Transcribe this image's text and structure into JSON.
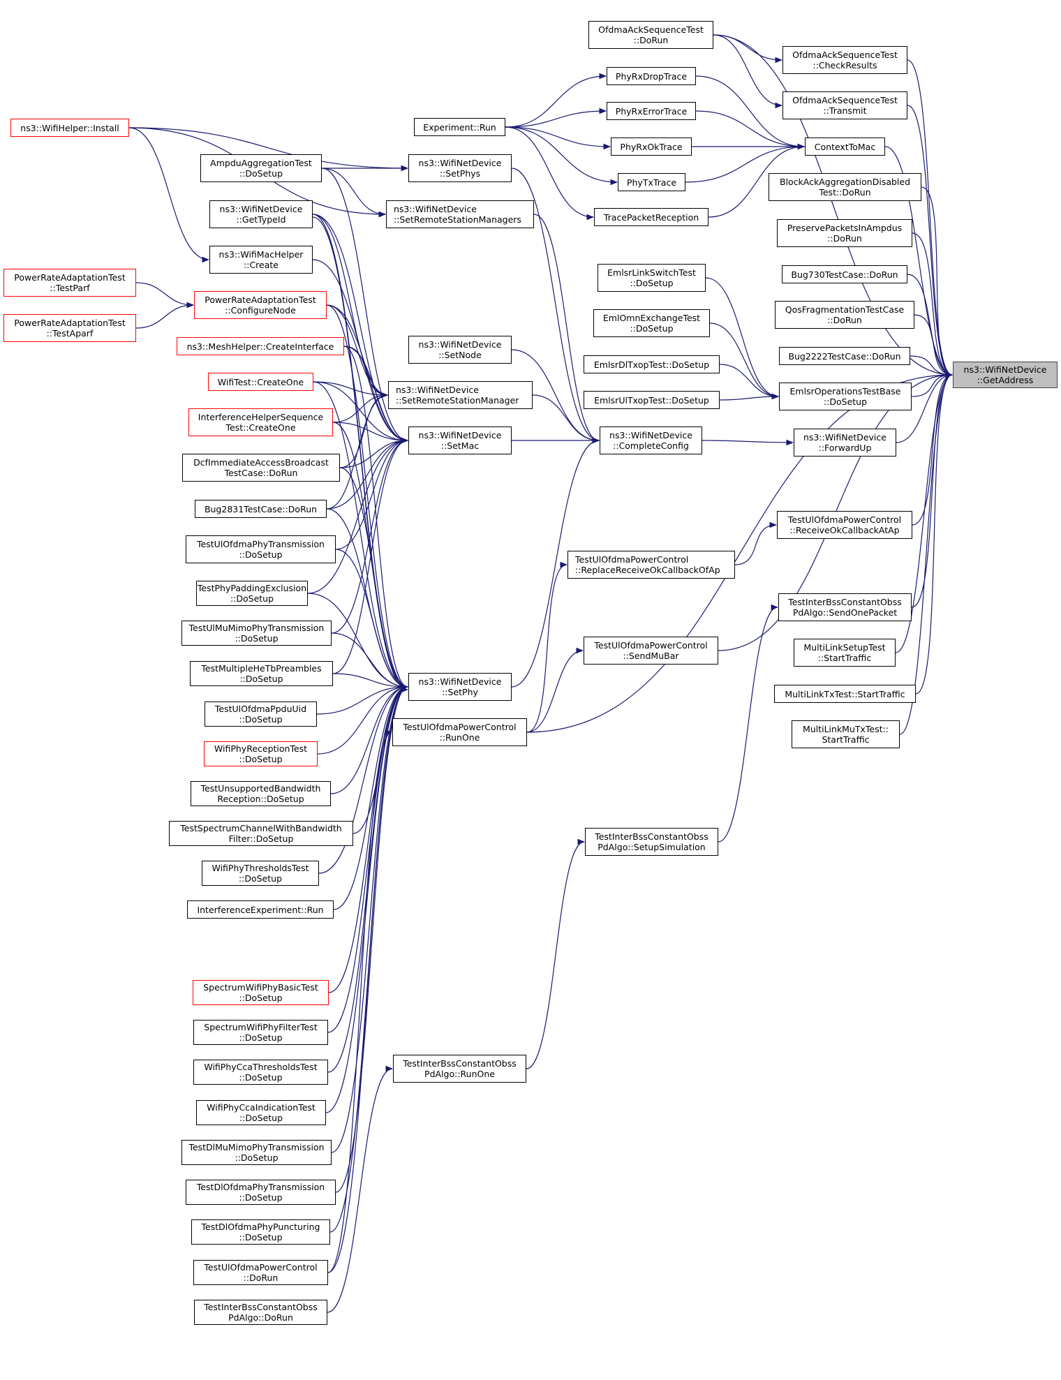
{
  "graph": {
    "title": "ns3::WifiNetDevice::GetAddress caller graph",
    "edge_color": "#191970",
    "focus_fill": "#bfbfbf",
    "truncated_border": "#ff0000",
    "nodes": [
      {
        "id": "getaddress",
        "lines": [
          "ns3::WifiNetDevice",
          "::GetAddress"
        ],
        "style": "focus"
      },
      {
        "id": "wifihelper_install",
        "lines": [
          "ns3::WifiHelper::Install"
        ],
        "style": "red"
      },
      {
        "id": "ampdu_dosetup",
        "lines": [
          "AmpduAggregationTest",
          "::DoSetup"
        ],
        "style": "normal"
      },
      {
        "id": "gettypeid",
        "lines": [
          "ns3::WifiNetDevice",
          "::GetTypeId"
        ],
        "style": "normal"
      },
      {
        "id": "wifimachelper_create",
        "lines": [
          "ns3::WifiMacHelper",
          "::Create"
        ],
        "style": "normal"
      },
      {
        "id": "pra_testparf",
        "lines": [
          "PowerRateAdaptationTest",
          "::TestParf"
        ],
        "style": "red"
      },
      {
        "id": "pra_testaparf",
        "lines": [
          "PowerRateAdaptationTest",
          "::TestAparf"
        ],
        "style": "red"
      },
      {
        "id": "pra_configurenode",
        "lines": [
          "PowerRateAdaptationTest",
          "::ConfigureNode"
        ],
        "style": "red"
      },
      {
        "id": "meshhelper_createinterface",
        "lines": [
          "ns3::MeshHelper::CreateInterface"
        ],
        "style": "red"
      },
      {
        "id": "wifitest_createone",
        "lines": [
          "WifiTest::CreateOne"
        ],
        "style": "red"
      },
      {
        "id": "ihst_createone",
        "lines": [
          "InterferenceHelperSequence",
          "Test::CreateOne"
        ],
        "style": "red"
      },
      {
        "id": "dcf_dorun",
        "lines": [
          "DcfImmediateAccessBroadcast",
          "TestCase::DoRun"
        ],
        "style": "normal"
      },
      {
        "id": "bug2831_dorun",
        "lines": [
          "Bug2831TestCase::DoRun"
        ],
        "style": "normal"
      },
      {
        "id": "tulofdmaphytx",
        "lines": [
          "TestUlOfdmaPhyTransmission",
          "::DoSetup"
        ],
        "style": "normal"
      },
      {
        "id": "tphypadding",
        "lines": [
          "TestPhyPaddingExclusion",
          "::DoSetup"
        ],
        "style": "normal"
      },
      {
        "id": "tulmumimo",
        "lines": [
          "TestUlMuMimoPhyTransmission",
          "::DoSetup"
        ],
        "style": "normal"
      },
      {
        "id": "tmultihetb",
        "lines": [
          "TestMultipleHeTbPreambles",
          "::DoSetup"
        ],
        "style": "normal"
      },
      {
        "id": "tulofdmappduuid",
        "lines": [
          "TestUlOfdmaPpduUid",
          "::DoSetup"
        ],
        "style": "normal"
      },
      {
        "id": "wifiphyreception",
        "lines": [
          "WifiPhyReceptionTest",
          "::DoSetup"
        ],
        "style": "red"
      },
      {
        "id": "tunsupportedbw",
        "lines": [
          "TestUnsupportedBandwidth",
          "Reception::DoSetup"
        ],
        "style": "normal"
      },
      {
        "id": "tspectrumchbw",
        "lines": [
          "TestSpectrumChannelWithBandwidth",
          "Filter::DoSetup"
        ],
        "style": "normal"
      },
      {
        "id": "wifiphythresholds",
        "lines": [
          "WifiPhyThresholdsTest",
          "::DoSetup"
        ],
        "style": "normal"
      },
      {
        "id": "interferenceexp_run",
        "lines": [
          "InterferenceExperiment::Run"
        ],
        "style": "normal"
      },
      {
        "id": "spectrumbasic",
        "lines": [
          "SpectrumWifiPhyBasicTest",
          "::DoSetup"
        ],
        "style": "red"
      },
      {
        "id": "spectrumfilter",
        "lines": [
          "SpectrumWifiPhyFilterTest",
          "::DoSetup"
        ],
        "style": "normal"
      },
      {
        "id": "ccathresholds",
        "lines": [
          "WifiPhyCcaThresholdsTest",
          "::DoSetup"
        ],
        "style": "normal"
      },
      {
        "id": "ccaindication",
        "lines": [
          "WifiPhyCcaIndicationTest",
          "::DoSetup"
        ],
        "style": "normal"
      },
      {
        "id": "tdlmumimo",
        "lines": [
          "TestDlMuMimoPhyTransmission",
          "::DoSetup"
        ],
        "style": "normal"
      },
      {
        "id": "tdlofdmaphytx",
        "lines": [
          "TestDlOfdmaPhyTransmission",
          "::DoSetup"
        ],
        "style": "normal"
      },
      {
        "id": "tdlofdmapunct",
        "lines": [
          "TestDlOfdmaPhyPuncturing",
          "::DoSetup"
        ],
        "style": "normal"
      },
      {
        "id": "tulpc_dorun",
        "lines": [
          "TestUlOfdmaPowerControl",
          "::DoRun"
        ],
        "style": "normal"
      },
      {
        "id": "tibss_dorun",
        "lines": [
          "TestInterBssConstantObss",
          "PdAlgo::DoRun"
        ],
        "style": "normal"
      },
      {
        "id": "experiment_run",
        "lines": [
          "Experiment::Run"
        ],
        "style": "normal"
      },
      {
        "id": "setphys",
        "lines": [
          "ns3::WifiNetDevice",
          "::SetPhys"
        ],
        "style": "normal"
      },
      {
        "id": "setrsms",
        "lines": [
          "ns3::WifiNetDevice",
          "::SetRemoteStationManagers"
        ],
        "style": "normal",
        "align": "left"
      },
      {
        "id": "setnode",
        "lines": [
          "ns3::WifiNetDevice",
          "::SetNode"
        ],
        "style": "normal"
      },
      {
        "id": "setrsm",
        "lines": [
          "ns3::WifiNetDevice",
          "::SetRemoteStationManager"
        ],
        "style": "normal",
        "align": "left"
      },
      {
        "id": "setmac",
        "lines": [
          "ns3::WifiNetDevice",
          "::SetMac"
        ],
        "style": "normal"
      },
      {
        "id": "setphy",
        "lines": [
          "ns3::WifiNetDevice",
          "::SetPhy"
        ],
        "style": "normal"
      },
      {
        "id": "tulpc_runone",
        "lines": [
          "TestUlOfdmaPowerControl",
          "::RunOne"
        ],
        "style": "normal"
      },
      {
        "id": "tibss_runone",
        "lines": [
          "TestInterBssConstantObss",
          "PdAlgo::RunOne"
        ],
        "style": "normal"
      },
      {
        "id": "ofdmaack_dorun",
        "lines": [
          "OfdmaAckSequenceTest",
          "::DoRun"
        ],
        "style": "normal"
      },
      {
        "id": "phyrxdrop",
        "lines": [
          "PhyRxDropTrace"
        ],
        "style": "normal"
      },
      {
        "id": "phyrxerror",
        "lines": [
          "PhyRxErrorTrace"
        ],
        "style": "normal"
      },
      {
        "id": "phyrxok",
        "lines": [
          "PhyRxOkTrace"
        ],
        "style": "normal"
      },
      {
        "id": "phytx",
        "lines": [
          "PhyTxTrace"
        ],
        "style": "normal"
      },
      {
        "id": "tracepacketrx",
        "lines": [
          "TracePacketReception"
        ],
        "style": "normal"
      },
      {
        "id": "emlsrlinkswitch",
        "lines": [
          "EmlsrLinkSwitchTest",
          "::DoSetup"
        ],
        "style": "normal"
      },
      {
        "id": "emlomn",
        "lines": [
          "EmlOmnExchangeTest",
          "::DoSetup"
        ],
        "style": "normal"
      },
      {
        "id": "emlsrdltxop",
        "lines": [
          "EmlsrDlTxopTest::DoSetup"
        ],
        "style": "normal"
      },
      {
        "id": "emlsrultxop",
        "lines": [
          "EmlsrUlTxopTest::DoSetup"
        ],
        "style": "normal"
      },
      {
        "id": "completeconfig",
        "lines": [
          "ns3::WifiNetDevice",
          "::CompleteConfig"
        ],
        "style": "normal"
      },
      {
        "id": "tulpc_replace",
        "lines": [
          "TestUlOfdmaPowerControl",
          "::ReplaceReceiveOkCallbackOfAp"
        ],
        "style": "normal",
        "align": "left"
      },
      {
        "id": "tulpc_sendmubar",
        "lines": [
          "TestUlOfdmaPowerControl",
          "::SendMuBar"
        ],
        "style": "normal"
      },
      {
        "id": "tibss_setupsim",
        "lines": [
          "TestInterBssConstantObss",
          "PdAlgo::SetupSimulation"
        ],
        "style": "normal"
      },
      {
        "id": "ofdmaack_checkresults",
        "lines": [
          "OfdmaAckSequenceTest",
          "::CheckResults"
        ],
        "style": "normal"
      },
      {
        "id": "ofdmaack_transmit",
        "lines": [
          "OfdmaAckSequenceTest",
          "::Transmit"
        ],
        "style": "normal"
      },
      {
        "id": "contexttomac",
        "lines": [
          "ContextToMac"
        ],
        "style": "normal"
      },
      {
        "id": "blockackdisabled",
        "lines": [
          "BlockAckAggregationDisabled",
          "Test::DoRun"
        ],
        "style": "normal"
      },
      {
        "id": "preservepackets",
        "lines": [
          "PreservePacketsInAmpdus",
          "::DoRun"
        ],
        "style": "normal"
      },
      {
        "id": "bug730",
        "lines": [
          "Bug730TestCase::DoRun"
        ],
        "style": "normal"
      },
      {
        "id": "qosfrag",
        "lines": [
          "QosFragmentationTestCase",
          "::DoRun"
        ],
        "style": "normal"
      },
      {
        "id": "bug2222",
        "lines": [
          "Bug2222TestCase::DoRun"
        ],
        "style": "normal"
      },
      {
        "id": "emlsrops_dosetup",
        "lines": [
          "EmlsrOperationsTestBase",
          "::DoSetup"
        ],
        "style": "normal"
      },
      {
        "id": "forwardup",
        "lines": [
          "ns3::WifiNetDevice",
          "::ForwardUp"
        ],
        "style": "normal"
      },
      {
        "id": "tulpc_receiveok",
        "lines": [
          "TestUlOfdmaPowerControl",
          "::ReceiveOkCallbackAtAp"
        ],
        "style": "normal"
      },
      {
        "id": "tibss_sendonepacket",
        "lines": [
          "TestInterBssConstantObss",
          "PdAlgo::SendOnePacket"
        ],
        "style": "normal"
      },
      {
        "id": "multilinksetup",
        "lines": [
          "MultiLinkSetupTest",
          "::StartTraffic"
        ],
        "style": "normal"
      },
      {
        "id": "multilinktx",
        "lines": [
          "MultiLinkTxTest::StartTraffic"
        ],
        "style": "normal"
      },
      {
        "id": "multilinkmutx",
        "lines": [
          "MultiLinkMuTxTest::",
          "StartTraffic"
        ],
        "style": "normal"
      }
    ],
    "edges": [
      [
        "wifihelper_install",
        "setphys"
      ],
      [
        "wifihelper_install",
        "setrsms"
      ],
      [
        "wifihelper_install",
        "wifimachelper_create"
      ],
      [
        "ampdu_dosetup",
        "setphys"
      ],
      [
        "ampdu_dosetup",
        "setrsms"
      ],
      [
        "ampdu_dosetup",
        "setmac"
      ],
      [
        "gettypeid",
        "setrsm"
      ],
      [
        "gettypeid",
        "setmac"
      ],
      [
        "gettypeid",
        "setphy"
      ],
      [
        "gettypeid",
        "setphy"
      ],
      [
        "wifimachelper_create",
        "setmac"
      ],
      [
        "pra_testparf",
        "pra_configurenode"
      ],
      [
        "pra_testaparf",
        "pra_configurenode"
      ],
      [
        "pra_configurenode",
        "setrsm"
      ],
      [
        "pra_configurenode",
        "setmac"
      ],
      [
        "pra_configurenode",
        "setphy"
      ],
      [
        "meshhelper_createinterface",
        "setrsm"
      ],
      [
        "meshhelper_createinterface",
        "setmac"
      ],
      [
        "meshhelper_createinterface",
        "setphy"
      ],
      [
        "wifitest_createone",
        "setrsm"
      ],
      [
        "wifitest_createone",
        "setmac"
      ],
      [
        "wifitest_createone",
        "setphy"
      ],
      [
        "ihst_createone",
        "setrsm"
      ],
      [
        "ihst_createone",
        "setmac"
      ],
      [
        "ihst_createone",
        "setphy"
      ],
      [
        "dcf_dorun",
        "setrsm"
      ],
      [
        "dcf_dorun",
        "setmac"
      ],
      [
        "dcf_dorun",
        "setphy"
      ],
      [
        "bug2831_dorun",
        "setrsm"
      ],
      [
        "bug2831_dorun",
        "setmac"
      ],
      [
        "bug2831_dorun",
        "setphy"
      ],
      [
        "tulofdmaphytx",
        "setmac"
      ],
      [
        "tulofdmaphytx",
        "setphy"
      ],
      [
        "tphypadding",
        "setmac"
      ],
      [
        "tphypadding",
        "setphy"
      ],
      [
        "tulmumimo",
        "setmac"
      ],
      [
        "tulmumimo",
        "setphy"
      ],
      [
        "tmultihetb",
        "setmac"
      ],
      [
        "tmultihetb",
        "setphy"
      ],
      [
        "tulofdmappduuid",
        "setphy"
      ],
      [
        "wifiphyreception",
        "setphy"
      ],
      [
        "tunsupportedbw",
        "setphy"
      ],
      [
        "tspectrumchbw",
        "setphy"
      ],
      [
        "wifiphythresholds",
        "setphy"
      ],
      [
        "interferenceexp_run",
        "setphy"
      ],
      [
        "spectrumbasic",
        "setphy"
      ],
      [
        "spectrumfilter",
        "setphy"
      ],
      [
        "ccathresholds",
        "setphy"
      ],
      [
        "ccaindication",
        "setphy"
      ],
      [
        "tdlmumimo",
        "setphy"
      ],
      [
        "tdlofdmaphytx",
        "setphy"
      ],
      [
        "tdlofdmapunct",
        "setphy"
      ],
      [
        "tulpc_dorun",
        "setphy"
      ],
      [
        "tibss_dorun",
        "tibss_runone"
      ],
      [
        "tulpc_dorun",
        "tulpc_runone"
      ],
      [
        "experiment_run",
        "phyrxdrop"
      ],
      [
        "experiment_run",
        "phyrxerror"
      ],
      [
        "experiment_run",
        "phyrxok"
      ],
      [
        "experiment_run",
        "phytx"
      ],
      [
        "experiment_run",
        "tracepacketrx"
      ],
      [
        "setphys",
        "completeconfig"
      ],
      [
        "setrsms",
        "completeconfig"
      ],
      [
        "setnode",
        "completeconfig"
      ],
      [
        "setrsm",
        "completeconfig"
      ],
      [
        "setmac",
        "completeconfig"
      ],
      [
        "setphy",
        "completeconfig"
      ],
      [
        "completeconfig",
        "forwardup"
      ],
      [
        "tulpc_runone",
        "tulpc_replace"
      ],
      [
        "tulpc_runone",
        "tulpc_sendmubar"
      ],
      [
        "tulpc_runone",
        "getaddress"
      ],
      [
        "tulpc_replace",
        "tulpc_receiveok"
      ],
      [
        "tibss_runone",
        "tibss_setupsim"
      ],
      [
        "tibss_setupsim",
        "tibss_sendonepacket"
      ],
      [
        "ofdmaack_dorun",
        "ofdmaack_checkresults"
      ],
      [
        "ofdmaack_dorun",
        "ofdmaack_transmit"
      ],
      [
        "ofdmaack_dorun",
        "getaddress"
      ],
      [
        "phyrxdrop",
        "contexttomac"
      ],
      [
        "phyrxerror",
        "contexttomac"
      ],
      [
        "phyrxok",
        "contexttomac"
      ],
      [
        "phytx",
        "contexttomac"
      ],
      [
        "tracepacketrx",
        "contexttomac"
      ],
      [
        "emlsrlinkswitch",
        "emlsrops_dosetup"
      ],
      [
        "emlomn",
        "emlsrops_dosetup"
      ],
      [
        "emlsrdltxop",
        "emlsrops_dosetup"
      ],
      [
        "emlsrultxop",
        "emlsrops_dosetup"
      ],
      [
        "ofdmaack_checkresults",
        "getaddress"
      ],
      [
        "ofdmaack_transmit",
        "getaddress"
      ],
      [
        "contexttomac",
        "getaddress"
      ],
      [
        "blockackdisabled",
        "getaddress"
      ],
      [
        "preservepackets",
        "getaddress"
      ],
      [
        "bug730",
        "getaddress"
      ],
      [
        "qosfrag",
        "getaddress"
      ],
      [
        "bug2222",
        "getaddress"
      ],
      [
        "emlsrops_dosetup",
        "getaddress"
      ],
      [
        "forwardup",
        "getaddress"
      ],
      [
        "tulpc_receiveok",
        "getaddress"
      ],
      [
        "tulpc_sendmubar",
        "getaddress"
      ],
      [
        "tibss_sendonepacket",
        "getaddress"
      ],
      [
        "multilinksetup",
        "getaddress"
      ],
      [
        "multilinktx",
        "getaddress"
      ],
      [
        "multilinkmutx",
        "getaddress"
      ]
    ]
  }
}
